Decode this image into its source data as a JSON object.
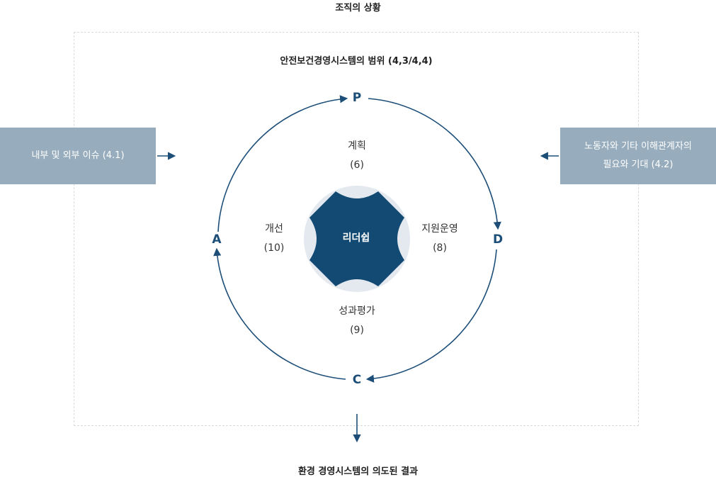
{
  "context_title": "조직의 상황",
  "scope_title": "안전보건경영시스템의 범위 (4,3/4,4)",
  "outcome_title": "환경 경영시스템의 의도된 결과",
  "inputs": {
    "left": {
      "text": "내부 및 외부 이슈 (4.1)"
    },
    "right": {
      "line1": "노동자와 기타 이해관계자의",
      "line2": "필요와 기대 (4.2)"
    }
  },
  "cycle": {
    "letters": {
      "p": "P",
      "d": "D",
      "c": "C",
      "a": "A"
    },
    "phases": {
      "plan": {
        "label": "계획",
        "number": "(6)"
      },
      "support": {
        "label": "지원운영",
        "number": "(8)"
      },
      "evaluation": {
        "label": "성과평가",
        "number": "(9)"
      },
      "improvement": {
        "label": "개선",
        "number": "(10)"
      }
    },
    "center": "리더쉽"
  },
  "colors": {
    "navy": "#124a73",
    "light_ring": "#e4e9ef",
    "box": "#97adbd",
    "arrow": "#1c4e78"
  }
}
